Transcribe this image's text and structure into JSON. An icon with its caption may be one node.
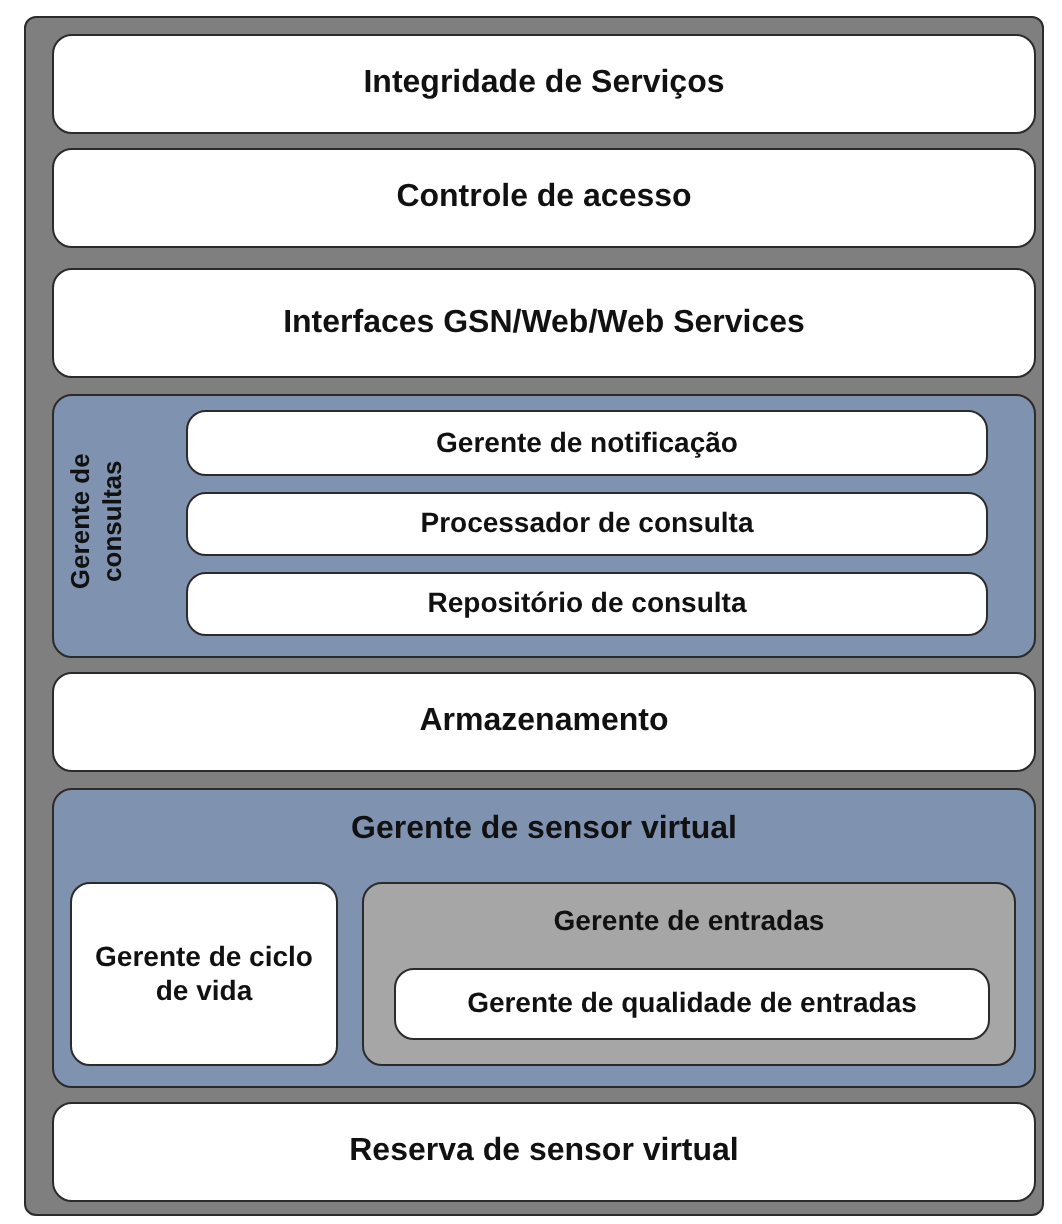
{
  "diagram": {
    "nodes": [
      {
        "text": [],
        "shape": "box"
      },
      {
        "text": [
          "Integridade de Serviços"
        ],
        "in": 0
      },
      {
        "text": [
          "Controle de acesso"
        ],
        "in": 0
      },
      {
        "text": [
          "Interfaces GSN/Web/Web Services"
        ],
        "in": 0
      },
      {
        "text": [
          "Gerente de consultas"
        ],
        "in": 0
      },
      {
        "text": [
          "Gerente de notificação"
        ],
        "in": 4
      },
      {
        "text": [
          "Processador de consulta"
        ],
        "in": 4
      },
      {
        "text": [
          "Repositório de consulta"
        ],
        "in": 4
      },
      {
        "text": [
          "Armazenamento"
        ],
        "in": 0
      },
      {
        "text": [
          "Gerente de sensor virtual"
        ],
        "in": 0
      },
      {
        "text": [
          "Gerente de ciclo de vida"
        ],
        "in": 9
      },
      {
        "text": [
          "Gerente de entradas"
        ],
        "in": 9
      },
      {
        "text": [
          "Gerente de qualidade de entradas"
        ],
        "in": 11
      },
      {
        "text": [
          "Reserva de sensor virtual"
        ],
        "in": 0
      }
    ]
  }
}
